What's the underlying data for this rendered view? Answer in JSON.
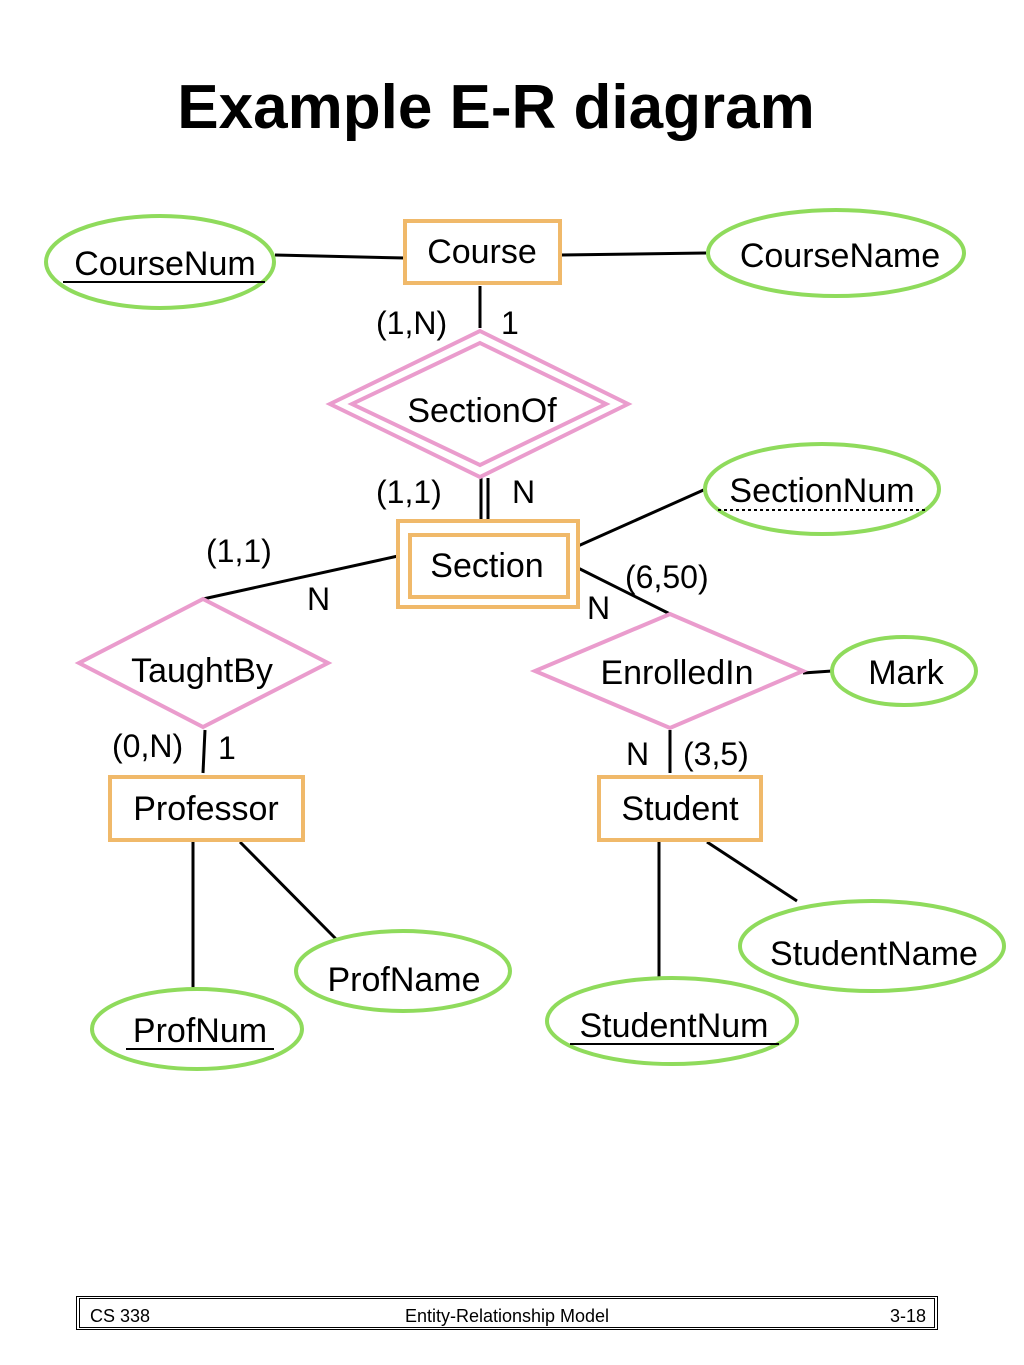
{
  "title": "Example E-R diagram",
  "colors": {
    "entity": "#f0b96a",
    "relationship": "#ea9ccd",
    "attribute": "#8fdb5c",
    "line": "#000000"
  },
  "entities": {
    "course": "Course",
    "section": "Section",
    "professor": "Professor",
    "student": "Student"
  },
  "relationships": {
    "section_of": "SectionOf",
    "taught_by": "TaughtBy",
    "enrolled_in": "EnrolledIn"
  },
  "attributes": {
    "course_num": "CourseNum",
    "course_name": "CourseName",
    "section_num": "SectionNum",
    "mark": "Mark",
    "prof_name": "ProfName",
    "prof_num": "ProfNum",
    "student_name": "StudentName",
    "student_num": "StudentNum"
  },
  "cardinalities": {
    "course_sectionof_minmax": "(1,N)",
    "course_sectionof_ratio": "1",
    "section_sectionof_minmax": "(1,1)",
    "section_sectionof_ratio": "N",
    "section_taughtby_minmax": "(1,1)",
    "section_taughtby_ratio": "N",
    "section_enrolledin_minmax": "(6,50)",
    "section_enrolledin_ratio": "N",
    "professor_taughtby_minmax": "(0,N)",
    "professor_taughtby_ratio": "1",
    "student_enrolledin_ratio": "N",
    "student_enrolledin_minmax": "(3,5)"
  },
  "footer": {
    "course": "CS 338",
    "topic": "Entity-Relationship Model",
    "page": "3-18"
  }
}
